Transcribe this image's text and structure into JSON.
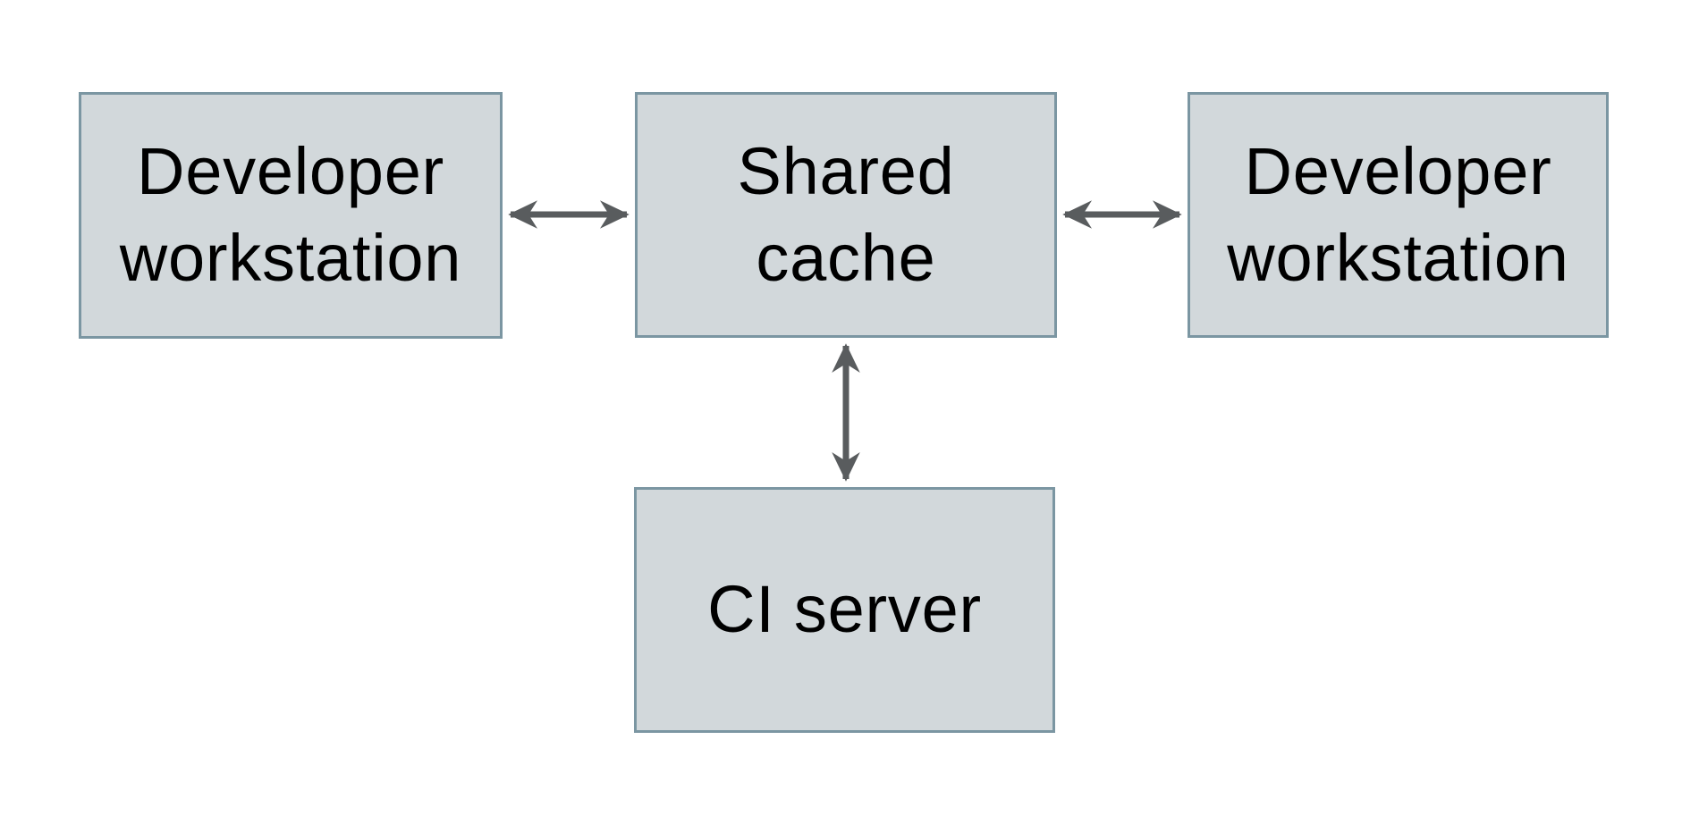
{
  "diagram": {
    "type": "node-edge-diagram",
    "background_color": "#ffffff",
    "nodes": [
      {
        "id": "developer-workstation-left",
        "label": "Developer\nworkstation",
        "shape": "rectangle"
      },
      {
        "id": "shared-cache",
        "label": "Shared\ncache",
        "shape": "rectangle"
      },
      {
        "id": "developer-workstation-right",
        "label": "Developer\nworkstation",
        "shape": "rectangle"
      },
      {
        "id": "ci-server",
        "label": "CI server",
        "shape": "rectangle"
      }
    ],
    "edges": [
      {
        "from": "developer-workstation-left",
        "to": "shared-cache",
        "direction": "bidirectional",
        "orientation": "horizontal"
      },
      {
        "from": "shared-cache",
        "to": "developer-workstation-right",
        "direction": "bidirectional",
        "orientation": "horizontal"
      },
      {
        "from": "shared-cache",
        "to": "ci-server",
        "direction": "bidirectional",
        "orientation": "vertical"
      }
    ],
    "colors": {
      "node_fill": "#d2d8db",
      "node_border": "#7b96a2",
      "arrow": "#595c5e",
      "background": "#ffffff",
      "text": "#000000"
    }
  }
}
